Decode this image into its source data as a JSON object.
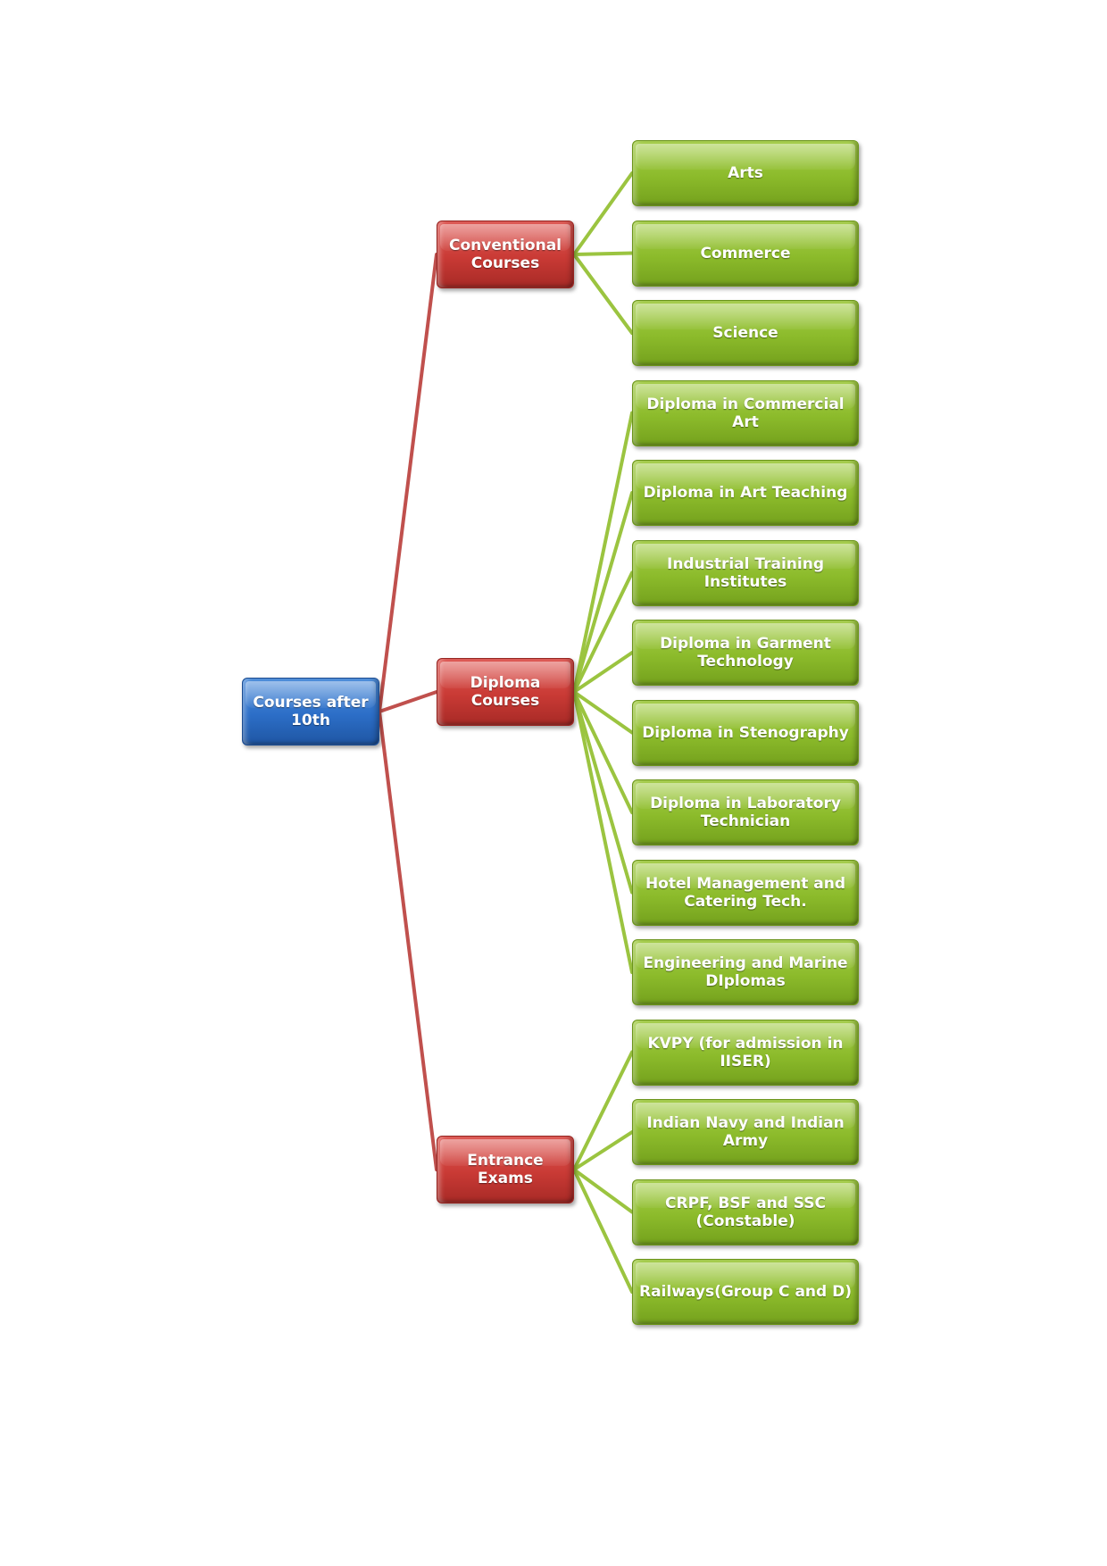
{
  "diagram": {
    "root": {
      "label": "Courses after 10th",
      "color": "#2c6ec7"
    },
    "branches": [
      {
        "label": "Conventional Courses",
        "color": "#c93a35",
        "children": [
          "Arts",
          "Commerce",
          "Science"
        ]
      },
      {
        "label": "Diploma Courses",
        "color": "#c93a35",
        "children": [
          "Diploma in Commercial Art",
          "Diploma in Art Teaching",
          "Industrial Training Institutes",
          "Diploma in Garment Technology",
          "Diploma in Stenography",
          "Diploma in Laboratory Technician",
          "Hotel Management and Catering Tech.",
          "Engineering and Marine DIplomas"
        ]
      },
      {
        "label": "Entrance Exams",
        "color": "#c93a35",
        "children": [
          "KVPY (for admission in IISER)",
          "Indian Navy and Indian Army",
          "CRPF, BSF and SSC (Constable)",
          "Railways(Group C and D)"
        ]
      }
    ],
    "leaf_color": "#8cbb2b",
    "root_connector_color": "#c0504d",
    "branch_connector_color": "#9bc440"
  }
}
